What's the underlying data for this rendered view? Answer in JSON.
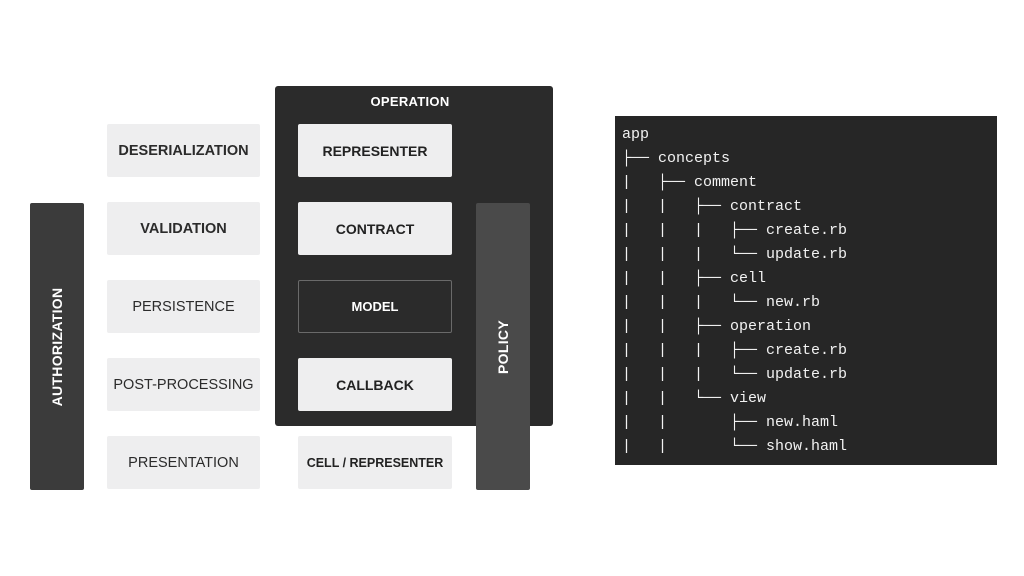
{
  "authorization": {
    "label": "AUTHORIZATION"
  },
  "left_column": [
    {
      "label": "DESERIALIZATION",
      "bold": true
    },
    {
      "label": "VALIDATION",
      "bold": true
    },
    {
      "label": "PERSISTENCE",
      "bold": false
    },
    {
      "label": "POST-PROCESSING",
      "bold": false
    },
    {
      "label": "PRESENTATION",
      "bold": false
    }
  ],
  "operation": {
    "title": "OPERATION",
    "boxes": [
      {
        "label": "REPRESENTER",
        "style": "light"
      },
      {
        "label": "CONTRACT",
        "style": "light"
      },
      {
        "label": "MODEL",
        "style": "dark"
      },
      {
        "label": "CALLBACK",
        "style": "light"
      }
    ]
  },
  "cell_representer": {
    "label": "CELL / REPRESENTER"
  },
  "policy": {
    "label": "POLICY"
  },
  "file_tree": {
    "lines": [
      "app",
      "├── concepts",
      "|   ├── comment",
      "|   |   ├── contract",
      "|   |   |   ├── create.rb",
      "|   |   |   └── update.rb",
      "|   |   ├── cell",
      "|   |   |   └── new.rb",
      "|   |   ├── operation",
      "|   |   |   ├── create.rb",
      "|   |   |   └── update.rb",
      "|   |   └── view",
      "|   |       ├── new.haml",
      "|   |       └── show.haml"
    ]
  },
  "colors": {
    "dark_panel": "#2b2b2b",
    "light_box": "#eeeeef",
    "authorization_bar": "#3b3b3b",
    "policy_bar": "#4a4a4a",
    "tree_background": "#262626"
  }
}
